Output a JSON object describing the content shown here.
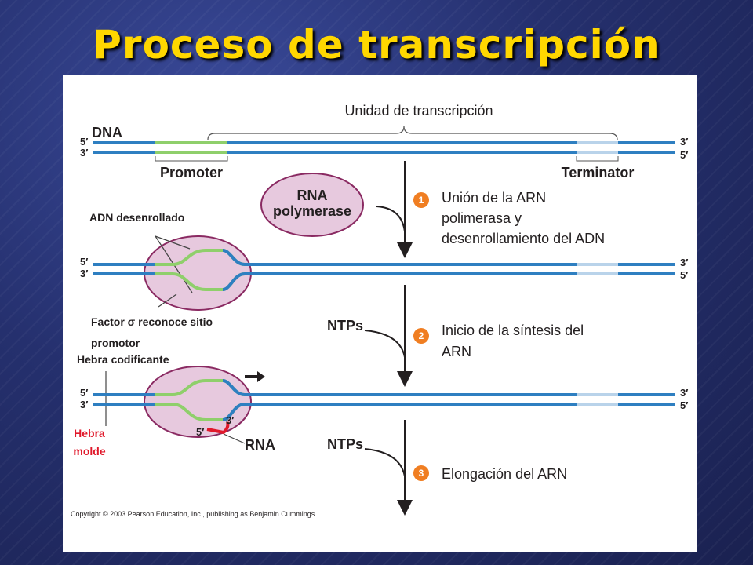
{
  "slide": {
    "title": "Proceso de transcripción"
  },
  "diagram": {
    "unit_label": "Unidad de transcripción",
    "dna_label": "DNA",
    "five_prime": "5′",
    "three_prime": "3′",
    "promoter_label": "Promoter",
    "terminator_label": "Terminator",
    "rna_polymerase_line1": "RNA",
    "rna_polymerase_line2": "polymerase",
    "unwound_label": "ADN desenrollado",
    "sigma_line1": "Factor σ reconoce sitio",
    "sigma_line2": "promotor",
    "coding_strand": "Hebra codificante",
    "template_line1": "Hebra",
    "template_line2": "molde",
    "ntps_label": "NTPs",
    "rna_label": "RNA",
    "steps": [
      {
        "number": "1",
        "lines": [
          "Unión de la ARN",
          "polimerasa y",
          "desenrollamiento del ADN"
        ]
      },
      {
        "number": "2",
        "lines": [
          "Inicio de la síntesis del",
          "ARN"
        ]
      },
      {
        "number": "3",
        "lines": [
          "Elongación del ARN"
        ]
      }
    ],
    "copyright": "Copyright © 2003 Pearson Education, Inc., publishing as Benjamin Cummings.",
    "colors": {
      "dna_strand": "#2e7fc1",
      "promoter": "#8fcf6b",
      "terminator": "#b9d3ea",
      "polymerase": "#e7c9de",
      "rna": "#e0192b",
      "step_badge": "#f07e22",
      "title": "#ffd700"
    }
  }
}
